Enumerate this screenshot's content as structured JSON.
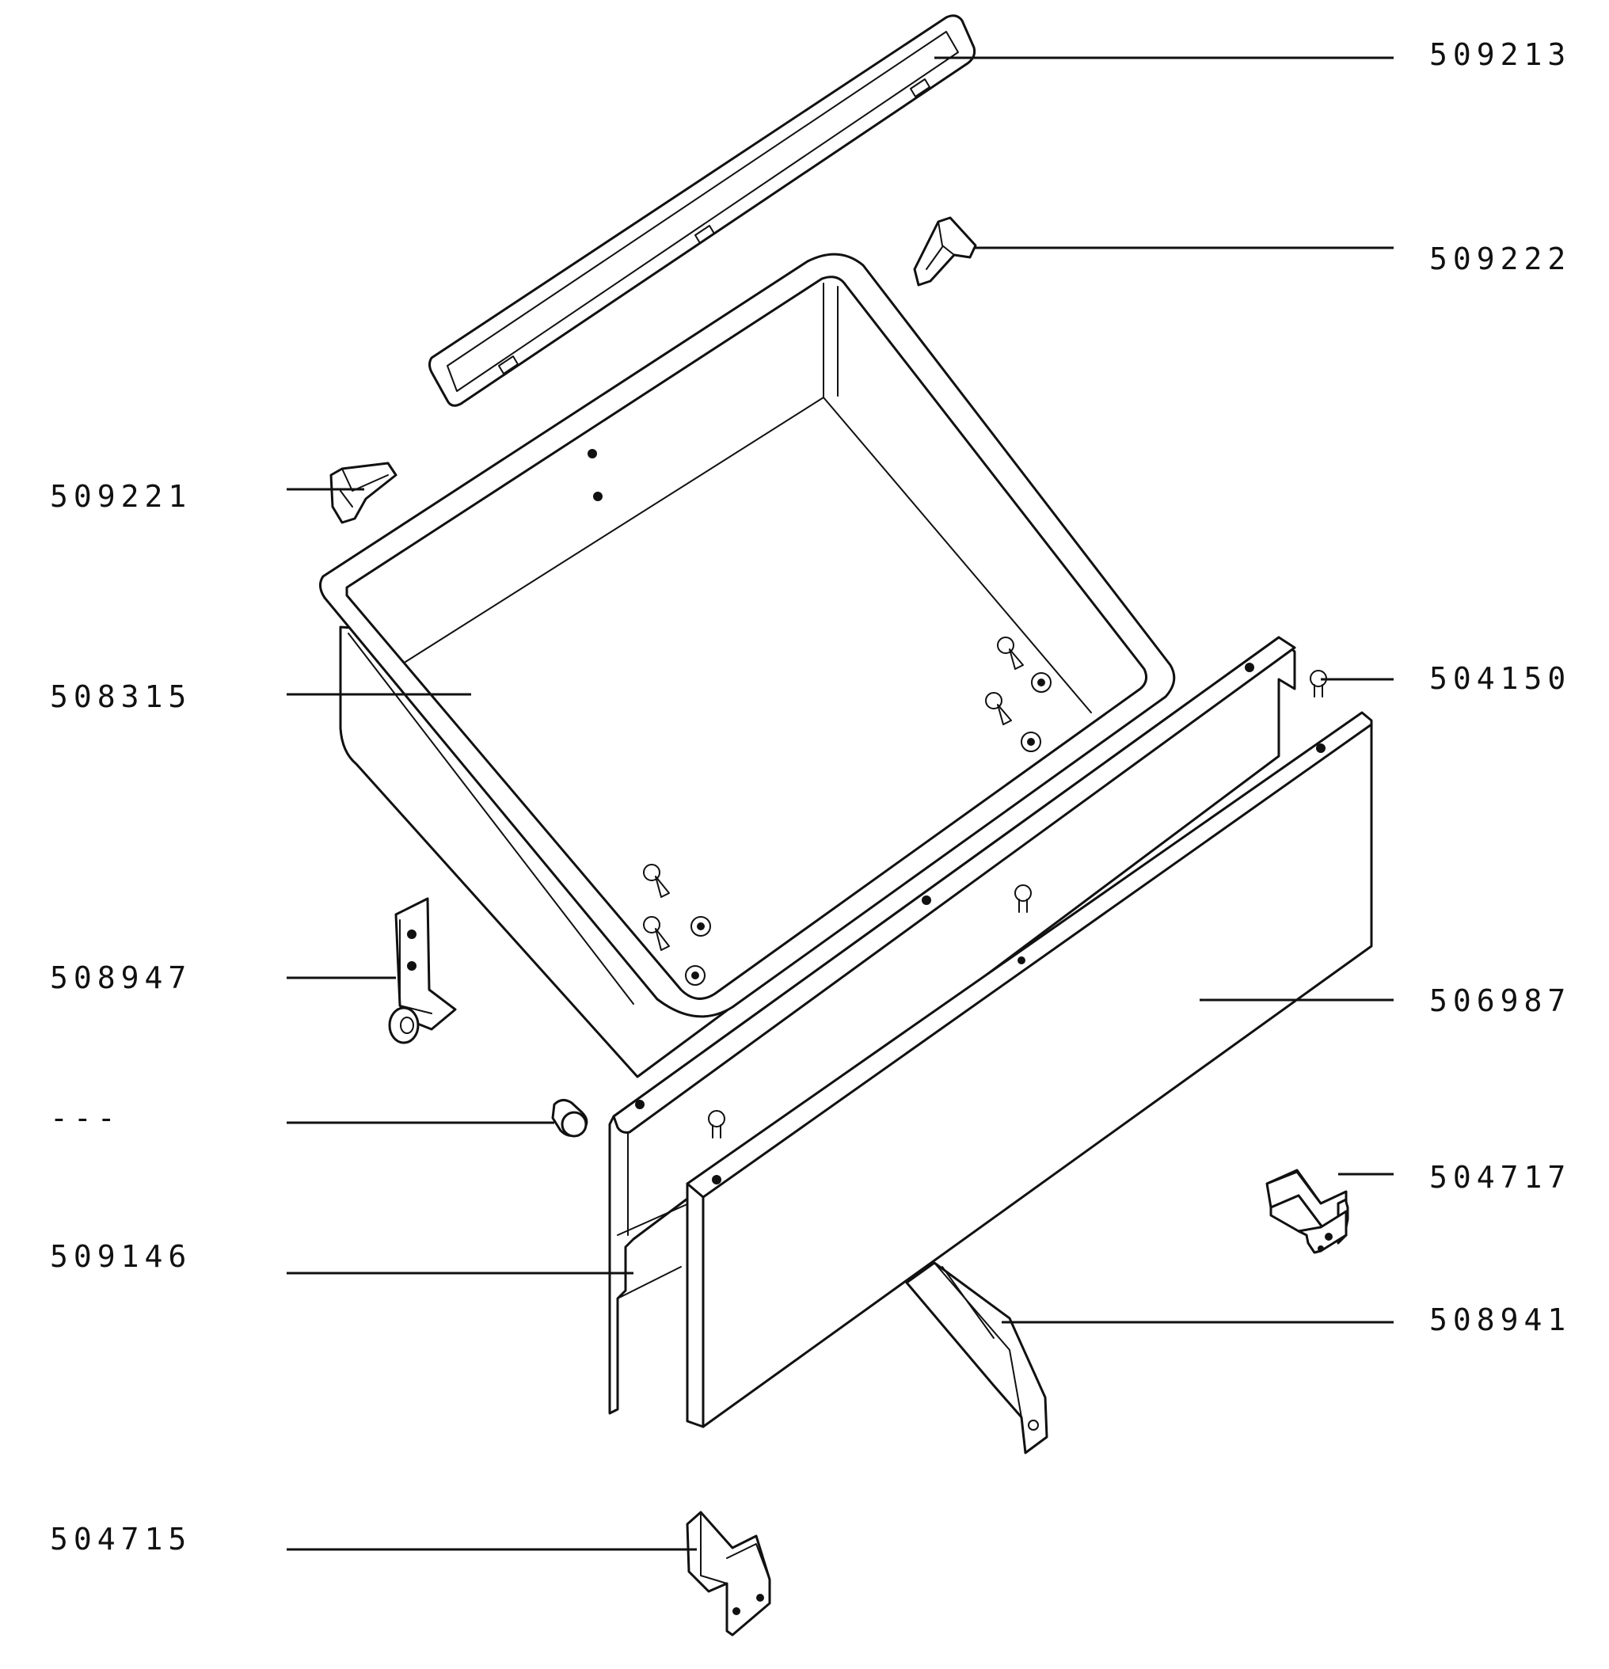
{
  "labels": {
    "p509213": "509213",
    "p509222": "509222",
    "p509221": "509221",
    "p508315": "508315",
    "p504150": "504150",
    "p508947": "508947",
    "p506987": "506987",
    "p_unnumbered": "---",
    "p504717": "504717",
    "p509146": "509146",
    "p508941": "508941",
    "p504715": "504715"
  }
}
